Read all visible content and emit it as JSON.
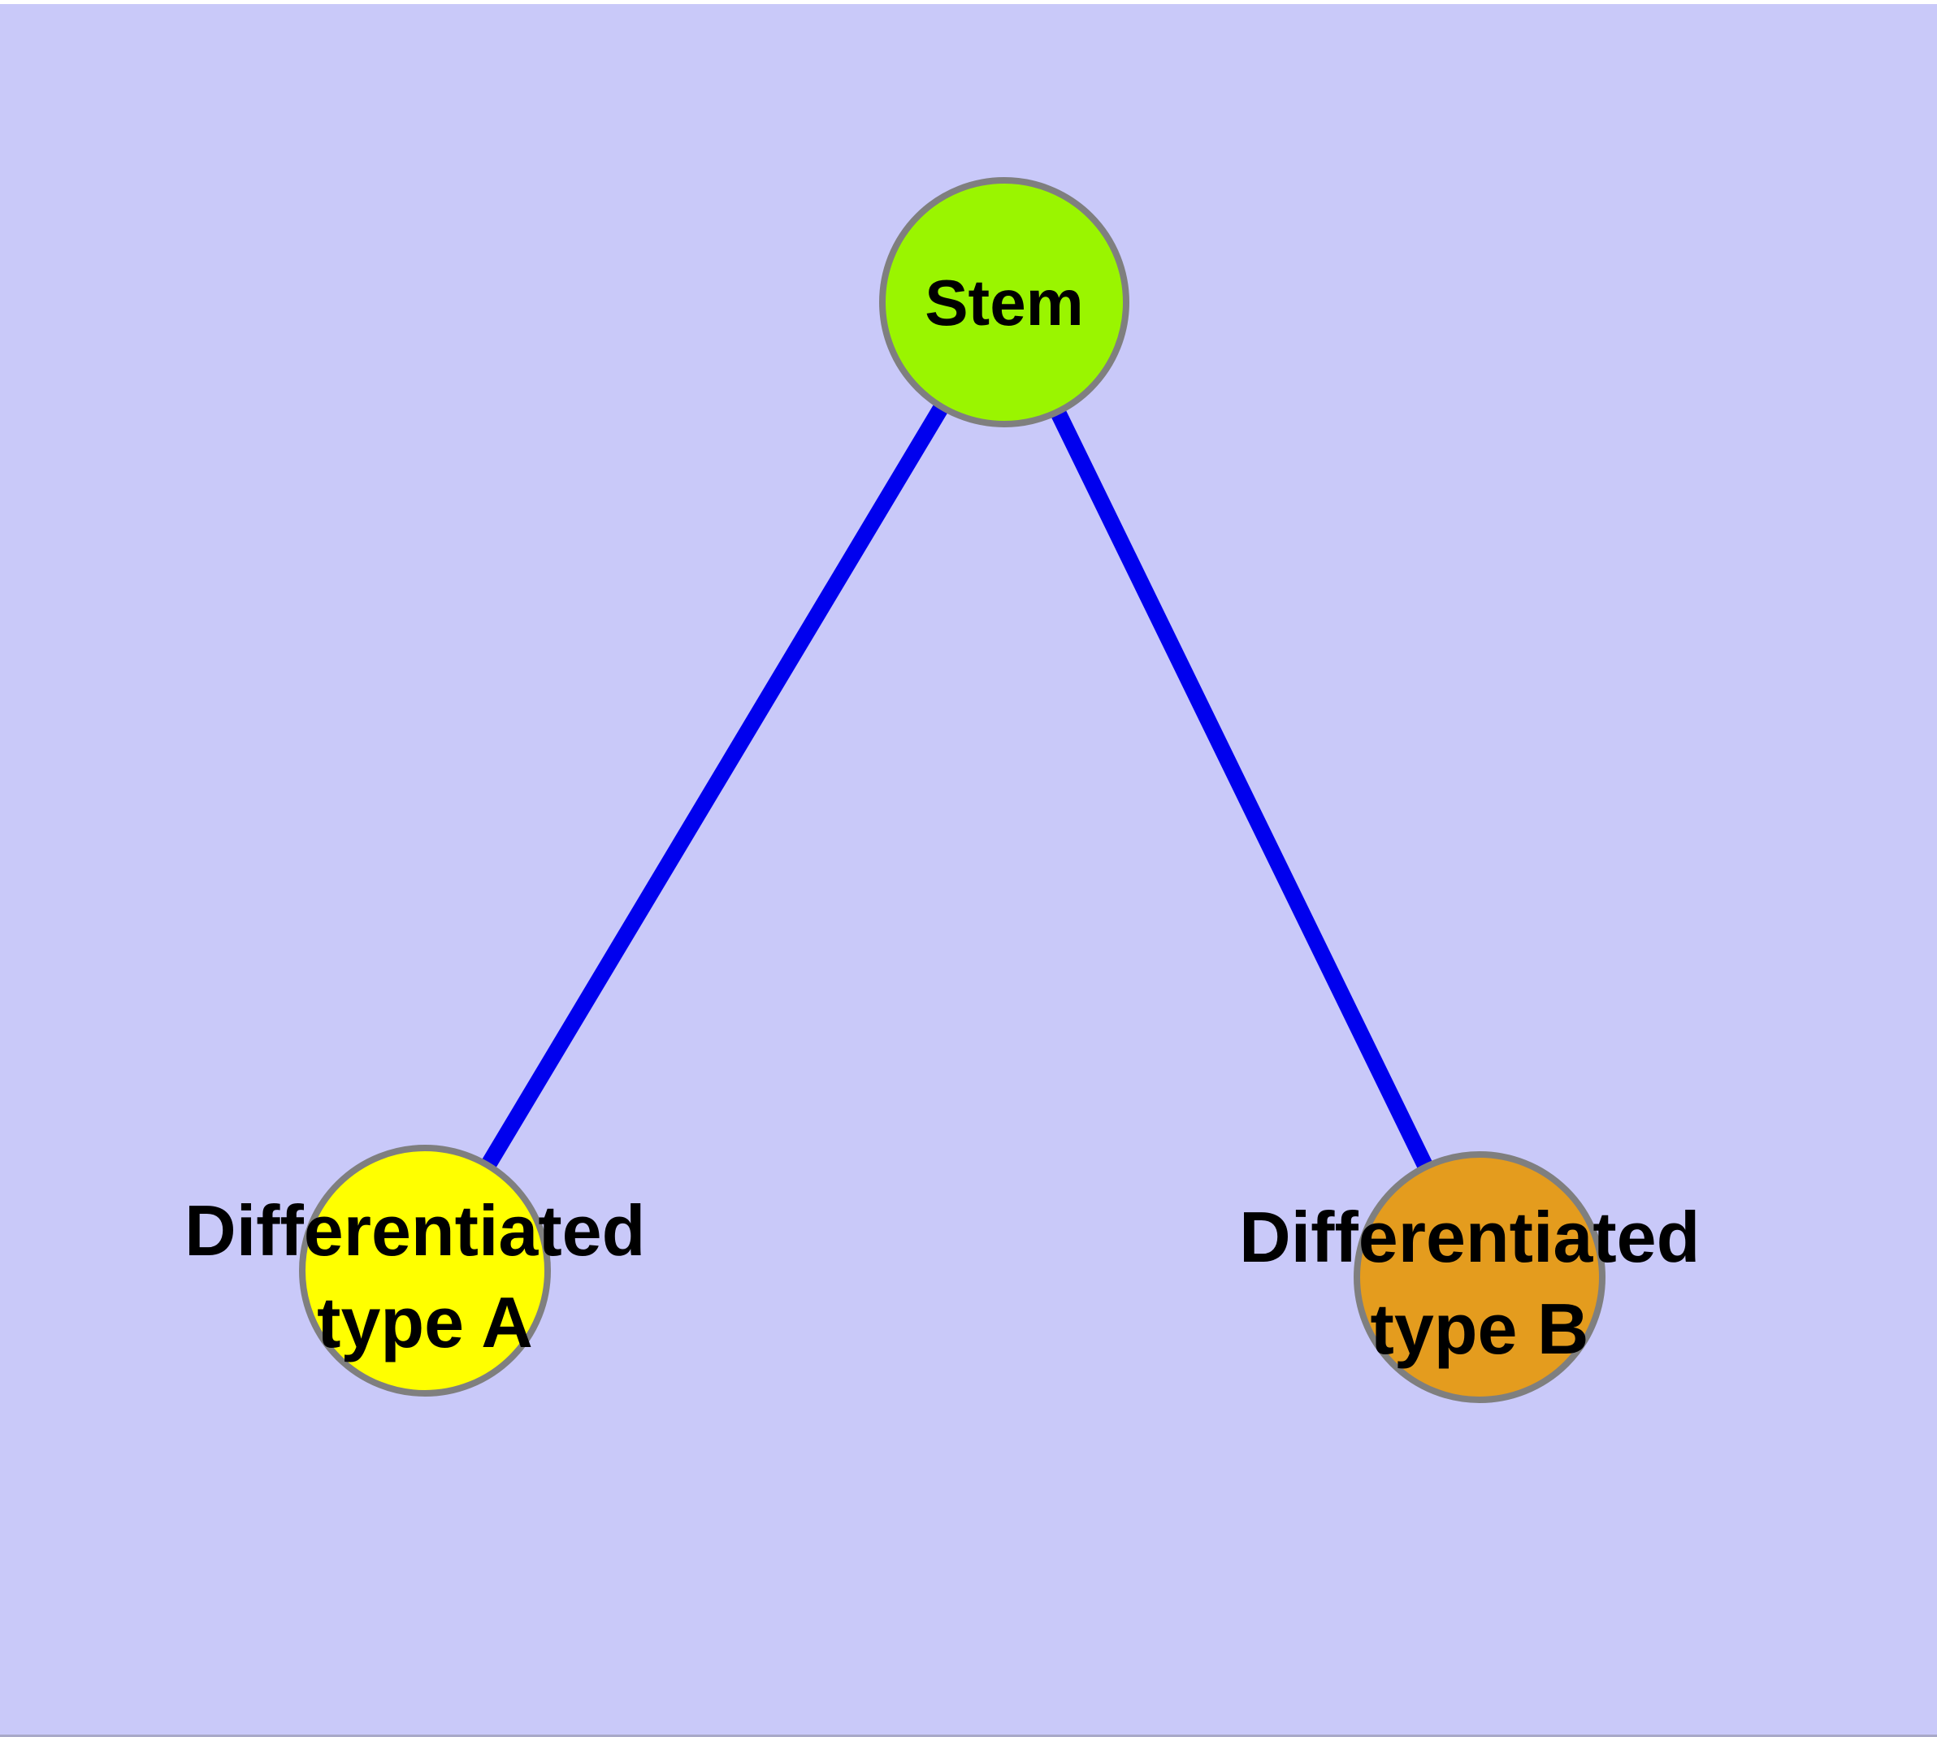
{
  "diagram": {
    "background_color": "#C9C9F9",
    "top_strip_color": "#FFFFFF",
    "bottom_edge_color": "#A8A8C8",
    "edge_color": "#0000EE",
    "node_border_color": "#7F7F7F",
    "text_color": "#000000",
    "nodes": [
      {
        "id": "stem",
        "label": "Stem",
        "fill_color": "#9AF500"
      },
      {
        "id": "differentiated-type-a",
        "label_line1": "Differentiated",
        "label_line2": "type A",
        "fill_color": "#FFFF00"
      },
      {
        "id": "differentiated-type-b",
        "label_line1": "Differentiated",
        "label_line2": "type B",
        "fill_color": "#E49C1E"
      }
    ],
    "edges": [
      {
        "from": "stem",
        "to": "differentiated-type-a"
      },
      {
        "from": "stem",
        "to": "differentiated-type-b"
      }
    ]
  }
}
